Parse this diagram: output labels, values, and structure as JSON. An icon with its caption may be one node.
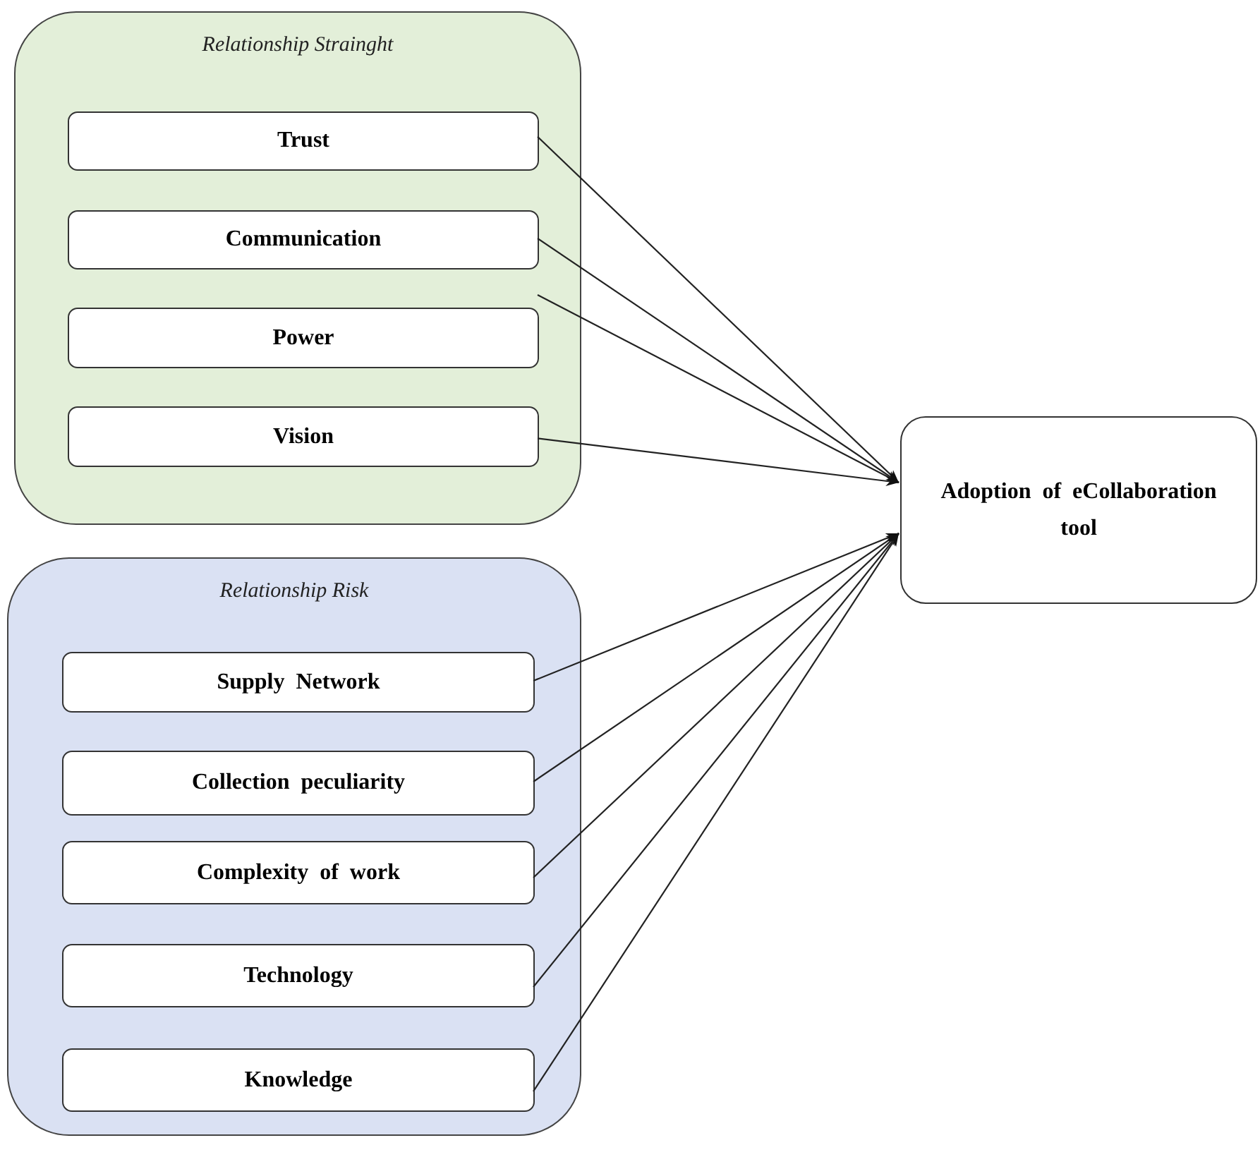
{
  "diagram": {
    "nodes": [
      {
        "text": [
          "Relationship Strainght"
        ]
      },
      {
        "text": [
          "Trust"
        ],
        "in": 0
      },
      {
        "text": [
          "Communication"
        ],
        "in": 0
      },
      {
        "text": [
          "Power"
        ],
        "in": 0
      },
      {
        "text": [
          "Vision"
        ],
        "in": 0
      },
      {
        "text": [
          "Relationship Risk"
        ]
      },
      {
        "text": [
          "Supply Network"
        ],
        "in": 5
      },
      {
        "text": [
          "Collection peculiarity"
        ],
        "in": 5
      },
      {
        "text": [
          "Complexity of work"
        ],
        "in": 5
      },
      {
        "text": [
          "Technology"
        ],
        "in": 5
      },
      {
        "text": [
          "Knowledge"
        ],
        "in": 5
      },
      {
        "text": [
          "Adoption of eCollaboration tool"
        ]
      }
    ],
    "edges": [
      {
        "from": 1,
        "to": 11,
        "arrow": "to"
      },
      {
        "from": 2,
        "to": 11,
        "arrow": "to"
      },
      {
        "from": 3,
        "to": 11,
        "arrow": "to"
      },
      {
        "from": 4,
        "to": 11,
        "arrow": "to"
      },
      {
        "from": 6,
        "to": 11,
        "arrow": "to"
      },
      {
        "from": 7,
        "to": 11,
        "arrow": "to"
      },
      {
        "from": 8,
        "to": 11,
        "arrow": "to"
      },
      {
        "from": 9,
        "to": 11,
        "arrow": "to"
      },
      {
        "from": 10,
        "to": 11,
        "arrow": "to"
      }
    ]
  }
}
